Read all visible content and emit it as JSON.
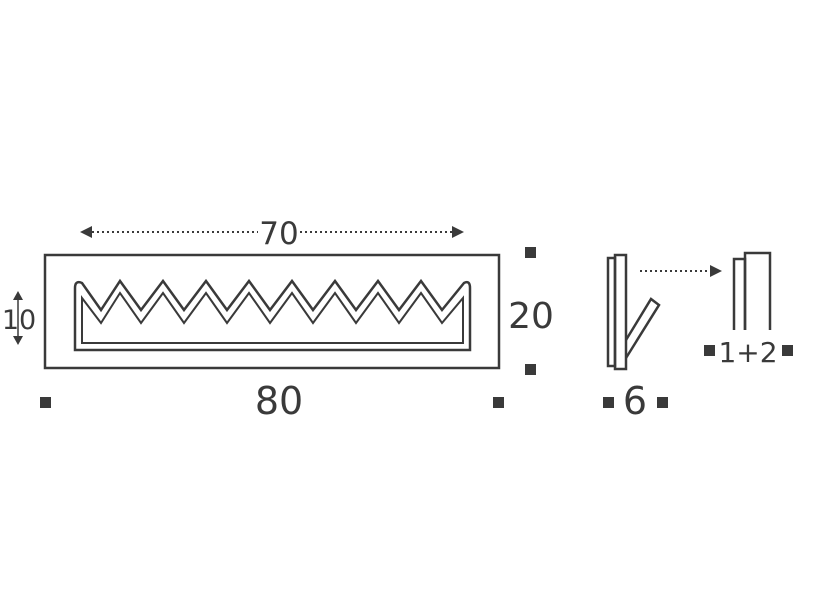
{
  "dimensions": {
    "inner_width": "70",
    "outer_width": "80",
    "inner_height": "10",
    "outer_height": "20",
    "depth": "6",
    "mounting": "1+2"
  },
  "colors": {
    "stroke": "#3a3a3a",
    "background": "#ffffff"
  }
}
